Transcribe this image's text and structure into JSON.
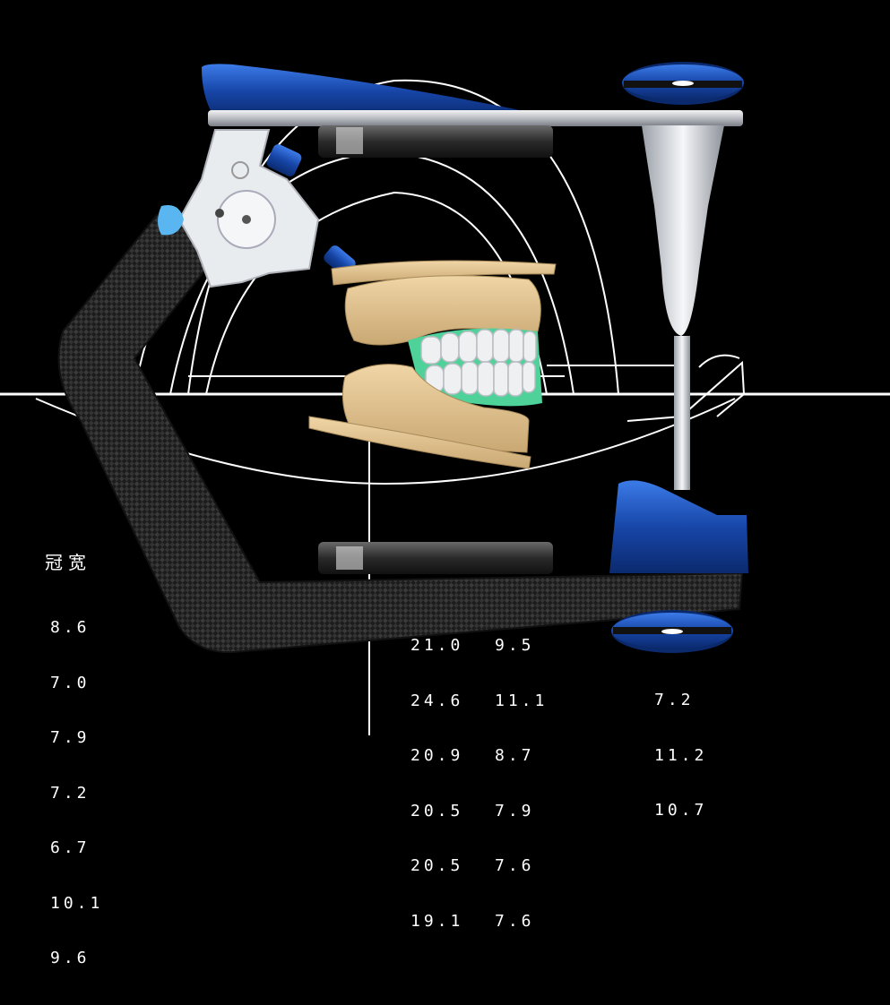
{
  "crown_width": {
    "title": "冠宽",
    "values": [
      "8.6",
      "7.0",
      "7.9",
      "7.2",
      "6.7",
      "10.1",
      "9.6"
    ]
  },
  "mid_table": {
    "col_a": [
      "21.0",
      "24.6",
      "20.9",
      "20.5",
      "20.5",
      "19.1"
    ],
    "col_b": [
      "9.5",
      "11.1",
      "8.7",
      "7.9",
      "7.6",
      "7.6"
    ]
  },
  "right_column": {
    "values": [
      "7.2",
      "11.2",
      "10.7"
    ]
  },
  "colors": {
    "background": "#000000",
    "accent_blue": "#1746a8",
    "model_beige": "#e0c290",
    "teeth_white": "#eef0f2",
    "gingiva_green": "#4fd19a",
    "carbon": "#2a2a2a"
  }
}
